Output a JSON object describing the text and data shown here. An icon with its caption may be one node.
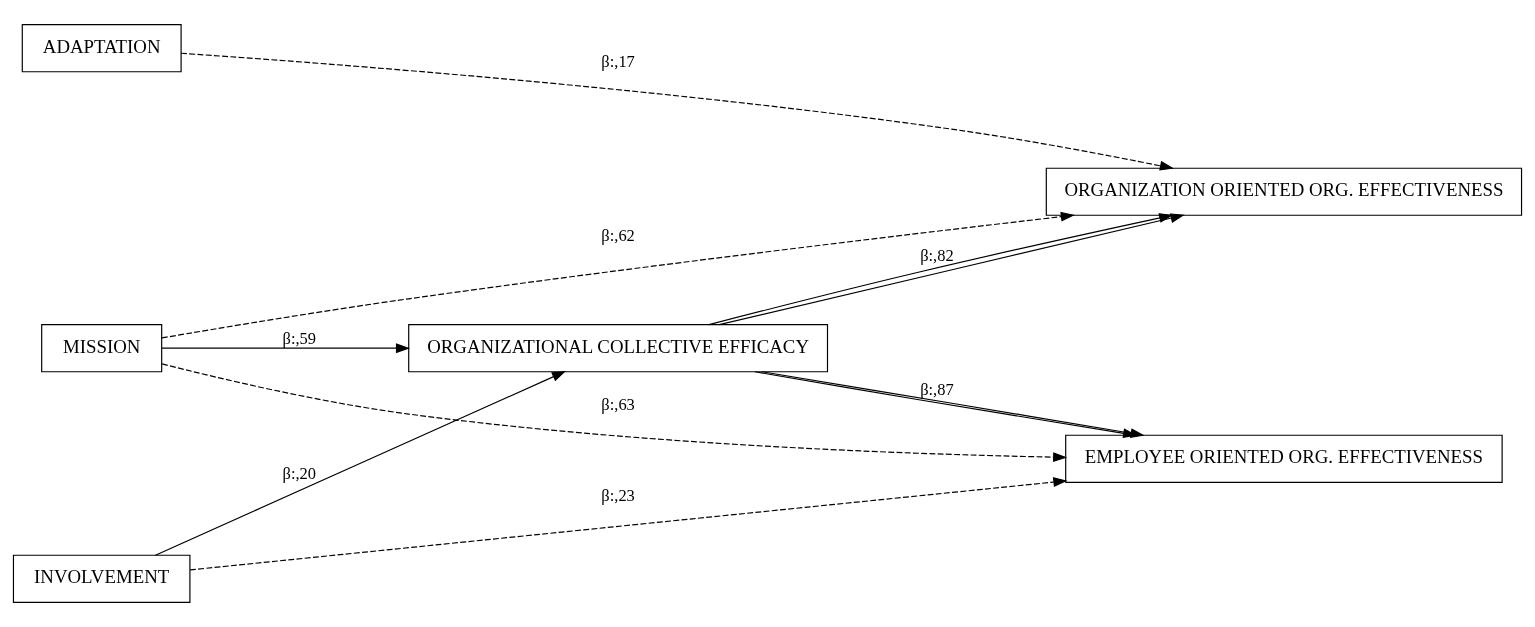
{
  "diagram": {
    "nodes": [
      {
        "text": [
          "INVOLVEMENT"
        ]
      },
      {
        "text": [
          "MISSION"
        ]
      },
      {
        "text": [
          "ADAPTATION"
        ]
      },
      {
        "text": [
          "ORGANIZATIONAL COLLECTIVE EFFICACY"
        ]
      },
      {
        "text": [
          "EMPLOYEE ORIENTED ORG. EFFECTIVENESS"
        ]
      },
      {
        "text": [
          "ORGANIZATION ORIENTED ORG. EFFECTIVENESS"
        ]
      }
    ],
    "edges": [
      {
        "from": 0,
        "to": 4,
        "arrow": "to",
        "label": "β:,23",
        "style": "dashed"
      },
      {
        "from": 0,
        "to": 3,
        "arrow": "to",
        "label": "β:,20"
      },
      {
        "from": 1,
        "to": 3,
        "arrow": "to",
        "label": "β:,59"
      },
      {
        "from": 1,
        "to": 4,
        "arrow": "to",
        "label": "β:,63",
        "style": "dashed"
      },
      {
        "from": 1,
        "to": 5,
        "arrow": "to",
        "label": "β:,62",
        "style": "dashed"
      },
      {
        "from": 2,
        "to": 5,
        "arrow": "to",
        "label": "β:,17",
        "style": "dashed"
      },
      {
        "from": 3,
        "to": 4,
        "arrow": "to"
      },
      {
        "from": 3,
        "to": 4,
        "arrow": "to",
        "label": "β:,87"
      },
      {
        "from": 3,
        "to": 5,
        "arrow": "to",
        "label": "β:,82"
      },
      {
        "from": 3,
        "to": 5,
        "arrow": "to"
      }
    ]
  }
}
